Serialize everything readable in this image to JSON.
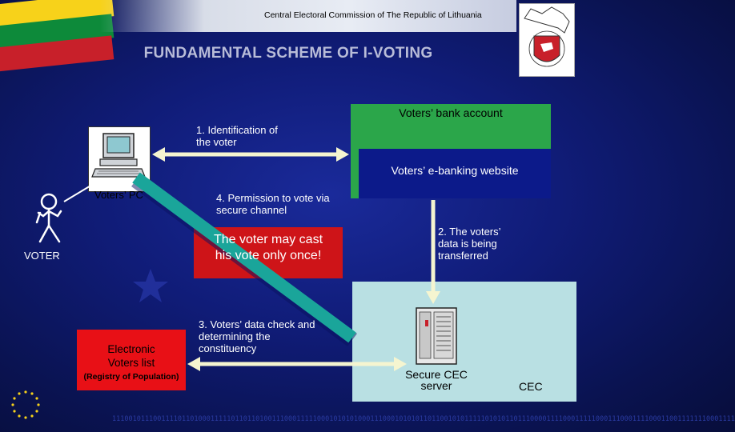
{
  "header": {
    "organization": "Central Electoral Commission of The Republic of Lithuania",
    "title": "FUNDAMENTAL SCHEME OF I-VOTING",
    "emblem_icon": "cec-emblem-icon",
    "flag_colors": [
      "#f7d21a",
      "#0d8a3a",
      "#c8202a"
    ]
  },
  "nodes": {
    "bank_account": "Voters’ bank account",
    "ebanking_website": "Voters’ e-banking website",
    "voters_pc": "Voters’ PC",
    "voter": "VOTER",
    "voters_list_line1": "Electronic",
    "voters_list_line2": "Voters list",
    "registry": "(Registry of Population)",
    "secure_server_line1": "Secure CEC",
    "secure_server_line2": "server",
    "cec": "CEC"
  },
  "steps": {
    "step1_line1": "1. Identification of",
    "step1_line2": "the voter",
    "step2_line1": "2. The voters’",
    "step2_line2": "data is being",
    "step2_line3": "transferred",
    "step3_line1": "3. Voters’ data check and",
    "step3_line2": "determining the",
    "step3_line3": "constituency",
    "step4_line1": "4. Permission to vote via",
    "step4_line2": "secure channel"
  },
  "warning": {
    "line1": "The voter may cast",
    "line2": "his vote only once!"
  },
  "colors": {
    "bank": "#2ba64a",
    "ebank": "#0c1a8a",
    "cec": "#b9e0e3",
    "voters_list": "#e81016",
    "warning": "#ce1418",
    "arrow": "#f5f5d0",
    "channel": "#1aa59a"
  },
  "binary_strip": "11100101110011110110100011111011011010011100011111000101010100011100010101011011001010111110101011011100001111000111110001110001111000110011111110001111"
}
